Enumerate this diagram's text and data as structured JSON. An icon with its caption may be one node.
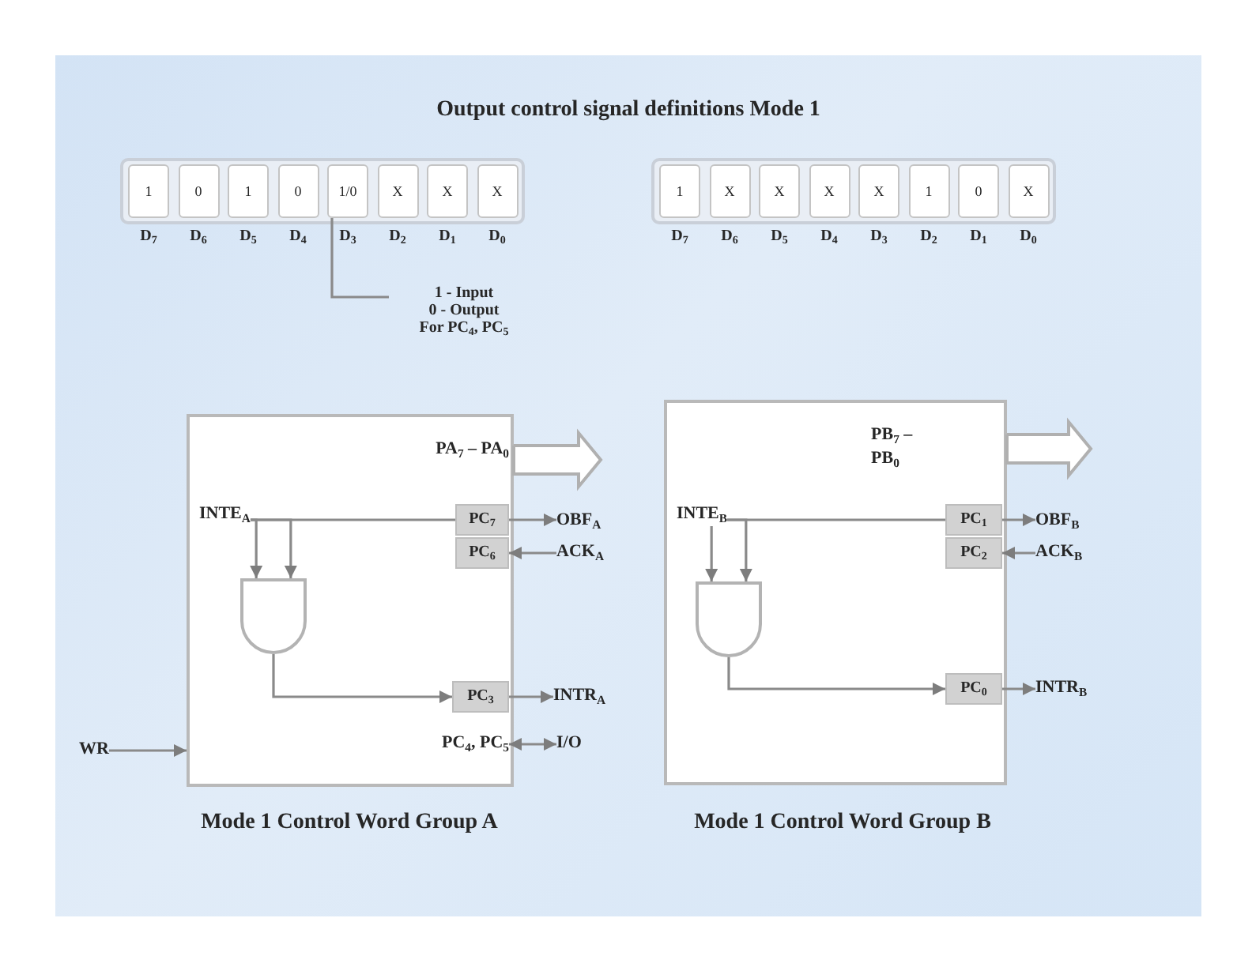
{
  "diagram": {
    "title": "Output control signal definitions Mode 1",
    "nodes": [
      {
        "text": [],
        "shape": "box"
      },
      {
        "text": [
          "1"
        ],
        "in": 0,
        "beside": [
          "D$_{7}$"
        ]
      },
      {
        "text": [
          "0"
        ],
        "in": 0,
        "beside": [
          "D$_{6}$"
        ]
      },
      {
        "text": [
          "1"
        ],
        "in": 0,
        "beside": [
          "D$_{5}$"
        ]
      },
      {
        "text": [
          "0"
        ],
        "in": 0,
        "beside": [
          "D$_{4}$"
        ]
      },
      {
        "text": [
          "1/0"
        ],
        "in": 0,
        "beside": [
          "D$_{3}$"
        ]
      },
      {
        "text": [
          "X"
        ],
        "in": 0,
        "beside": [
          "D$_{2}$"
        ]
      },
      {
        "text": [
          "X"
        ],
        "in": 0,
        "beside": [
          "D$_{1}$"
        ]
      },
      {
        "text": [
          "X"
        ],
        "in": 0,
        "beside": [
          "D$_{0}$"
        ]
      },
      {
        "text": [],
        "shape": "box"
      },
      {
        "text": [
          "1"
        ],
        "in": 9,
        "beside": [
          "D$_{7}$"
        ]
      },
      {
        "text": [
          "X"
        ],
        "in": 9,
        "beside": [
          "D$_{6}$"
        ]
      },
      {
        "text": [
          "X"
        ],
        "in": 9,
        "beside": [
          "D$_{5}$"
        ]
      },
      {
        "text": [
          "X"
        ],
        "in": 9,
        "beside": [
          "D$_{4}$"
        ]
      },
      {
        "text": [
          "X"
        ],
        "in": 9,
        "beside": [
          "D$_{3}$"
        ]
      },
      {
        "text": [
          "1"
        ],
        "in": 9,
        "beside": [
          "D$_{2}$"
        ]
      },
      {
        "text": [
          "0"
        ],
        "in": 9,
        "beside": [
          "D$_{1}$"
        ]
      },
      {
        "text": [
          "X"
        ],
        "in": 9,
        "beside": [
          "D$_{0}$"
        ]
      },
      {
        "text": [
          "1 - Input",
          "0 - Output",
          "For PC$_{4}$, PC$_{5}$"
        ]
      },
      {
        "text": [
          "PA$_{7}$ – PA$_{0}$"
        ]
      },
      {
        "text": [
          "INTE$_{A}$"
        ],
        "in": 19
      },
      {
        "text": [
          "PC$_{7}$"
        ],
        "in": 19
      },
      {
        "text": [
          "PC$_{6}$"
        ],
        "in": 19
      },
      {
        "text": [],
        "shape": "gate",
        "in": 19
      },
      {
        "text": [
          "PC$_{3}$"
        ],
        "in": 19
      },
      {
        "text": [
          "PC$_{4}$, PC$_{5}$"
        ],
        "in": 19
      },
      {
        "text": [
          "OBF$_{A}$"
        ]
      },
      {
        "text": [
          "ACK$_{A}$"
        ]
      },
      {
        "text": [
          "INTR$_{A}$"
        ]
      },
      {
        "text": [
          "I/O"
        ]
      },
      {
        "text": [
          "WR"
        ]
      },
      {
        "text": [
          "PB$_{7}$ – PB$_{0}$"
        ]
      },
      {
        "text": [
          "INTE$_{B}$"
        ],
        "in": 31
      },
      {
        "text": [
          "PC$_{1}$"
        ],
        "in": 31
      },
      {
        "text": [
          "PC$_{2}$"
        ],
        "in": 31
      },
      {
        "text": [],
        "shape": "gate",
        "in": 31
      },
      {
        "text": [
          "PC$_{0}$"
        ],
        "in": 31
      },
      {
        "text": [
          "OBF$_{B}$"
        ]
      },
      {
        "text": [
          "ACK$_{B}$"
        ]
      },
      {
        "text": [
          "INTR$_{B}$"
        ]
      }
    ],
    "edges": [
      {
        "from": 5,
        "to": 18,
        "arrow": "none"
      },
      {
        "from": 19,
        "to": null,
        "arrow": "to",
        "style": "thick"
      },
      {
        "from": 20,
        "to": 21,
        "arrow": "none"
      },
      {
        "from": 20,
        "to": 23,
        "arrow": "to"
      },
      {
        "from": 20,
        "to": 23,
        "arrow": "to"
      },
      {
        "from": 23,
        "to": 24,
        "arrow": "to"
      },
      {
        "from": 21,
        "to": 26,
        "arrow": "to"
      },
      {
        "from": 27,
        "to": 22,
        "arrow": "to"
      },
      {
        "from": 24,
        "to": 28,
        "arrow": "to"
      },
      {
        "from": 25,
        "to": 29,
        "arrow": "both"
      },
      {
        "from": 30,
        "to": 19,
        "arrow": "to"
      },
      {
        "from": 31,
        "to": null,
        "arrow": "to",
        "style": "thick"
      },
      {
        "from": 32,
        "to": 33,
        "arrow": "none"
      },
      {
        "from": 32,
        "to": 35,
        "arrow": "to"
      },
      {
        "from": 32,
        "to": 35,
        "arrow": "to"
      },
      {
        "from": 35,
        "to": 36,
        "arrow": "to"
      },
      {
        "from": 33,
        "to": 37,
        "arrow": "to"
      },
      {
        "from": 38,
        "to": 34,
        "arrow": "to"
      },
      {
        "from": 36,
        "to": 39,
        "arrow": "to"
      }
    ],
    "labels": [
      "Mode 1 Control Word Group A",
      "Mode 1 Control Word Group B"
    ]
  }
}
